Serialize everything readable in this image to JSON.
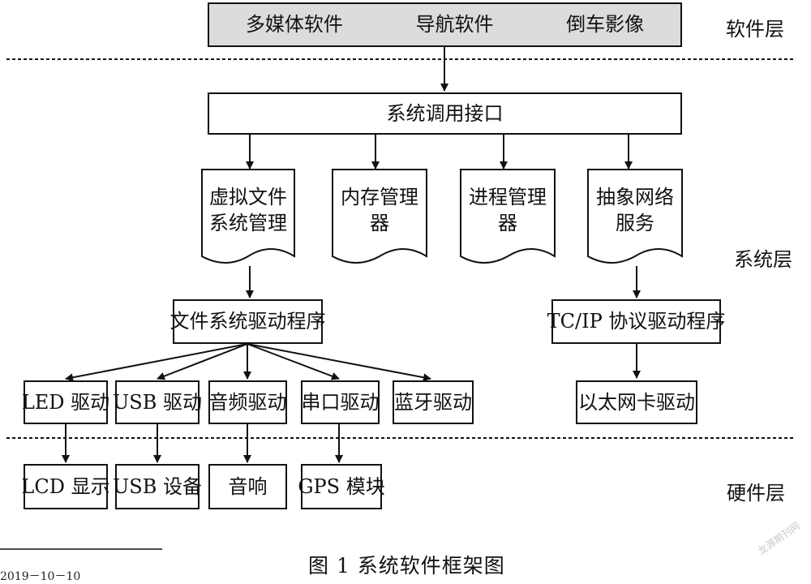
{
  "software_layer": {
    "items": [
      "多媒体软件",
      "导航软件",
      "倒车影像"
    ],
    "label": "软件层"
  },
  "system_layer": {
    "label": "系统层",
    "syscall": "系统调用接口",
    "docs": [
      {
        "line1": "虚拟文件",
        "line2": "系统管理"
      },
      {
        "line1": "内存管理器",
        "line2": ""
      },
      {
        "line1": "进程管理器",
        "line2": ""
      },
      {
        "line1": "抽象网络",
        "line2": "服务"
      }
    ],
    "fs_driver": "文件系统驱动程序",
    "tcpip_driver": "TC/IP 协议驱动程序",
    "drivers": [
      "LED 驱动",
      "USB 驱动",
      "音频驱动",
      "串口驱动",
      "蓝牙驱动"
    ],
    "ethernet_driver": "以太网卡驱动"
  },
  "hardware_layer": {
    "label": "硬件层",
    "devices": [
      "LCD 显示",
      "USB 设备",
      "音响",
      "GPS 模块"
    ]
  },
  "caption": "图 1   系统软件框架图",
  "footnote_date": "2019－10－10",
  "watermark": "龙源期刊网"
}
